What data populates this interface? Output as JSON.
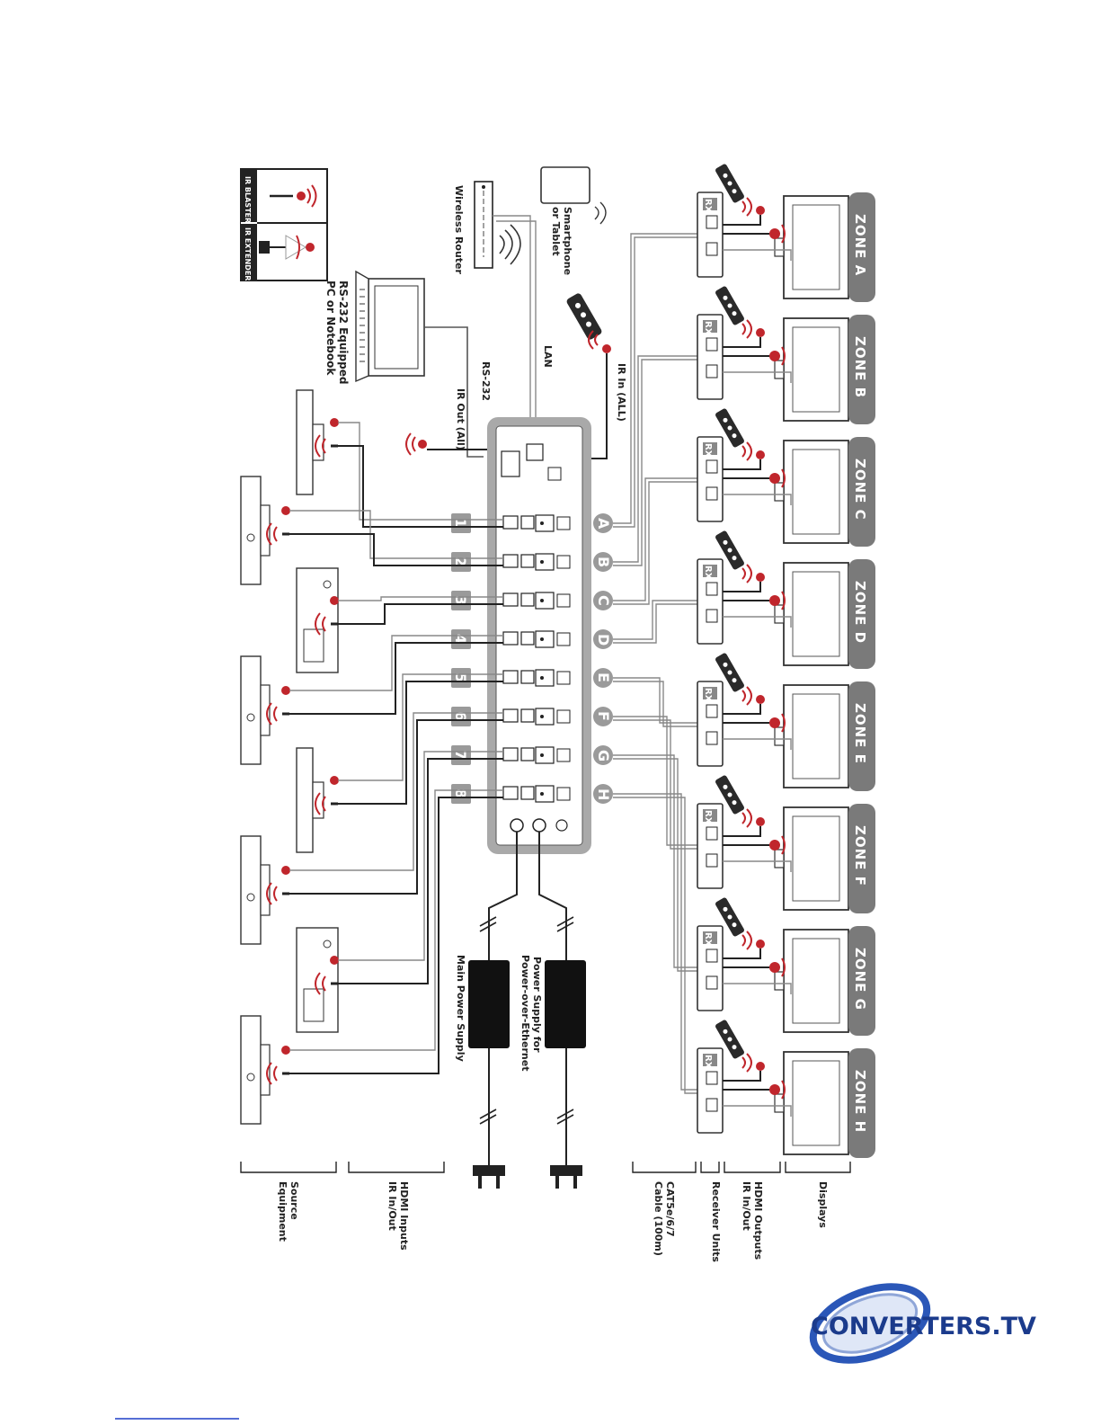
{
  "labels": {
    "ir_blaster": "IR BLASTER",
    "ir_extender": "IR EXTENDER",
    "wireless_router": "Wireless Router",
    "smartphone_line1": "Smartphone",
    "smartphone_line2": "or Tablet",
    "rs232_pc_line1": "RS-232 Equipped",
    "rs232_pc_line2": "PC or Notebook",
    "rs232": "RS-232",
    "lan": "LAN",
    "ir_in_all": "IR In (ALL)",
    "ir_out_all": "IR Out (All)",
    "psu_poe_line1": "Power Supply for",
    "psu_poe_line2": "Power-over-Ethernet",
    "psu_main": "Main Power Supply",
    "rx": "RX"
  },
  "inputs": [
    "1",
    "2",
    "3",
    "4",
    "5",
    "6",
    "7",
    "8"
  ],
  "outputs": [
    "A",
    "B",
    "C",
    "D",
    "E",
    "F",
    "G",
    "H"
  ],
  "zones": [
    {
      "label": "ZONE",
      "letter": "A"
    },
    {
      "label": "ZONE",
      "letter": "B"
    },
    {
      "label": "ZONE",
      "letter": "C"
    },
    {
      "label": "ZONE",
      "letter": "D"
    },
    {
      "label": "ZONE",
      "letter": "E"
    },
    {
      "label": "ZONE",
      "letter": "F"
    },
    {
      "label": "ZONE",
      "letter": "G"
    },
    {
      "label": "ZONE",
      "letter": "H"
    }
  ],
  "legend": {
    "source_line1": "Source",
    "source_line2": "Equipment",
    "hdmi_in_line1": "HDMI Inputs",
    "hdmi_in_line2": "IR In/Out",
    "cat_line1": "CAT5e/6/7",
    "cat_line2": "Cable (100m)",
    "receiver": "Receiver Units",
    "hdmi_out_line1": "HDMI Outputs",
    "hdmi_out_line2": "IR In/Out",
    "displays": "Displays"
  },
  "logo": "CONVERTERS.TV",
  "colors": {
    "zone_tab": "#7a7a7a",
    "port_badge": "#9a9a9a",
    "ir_red": "#c0262c",
    "logo_blue": "#1b3b8c"
  }
}
